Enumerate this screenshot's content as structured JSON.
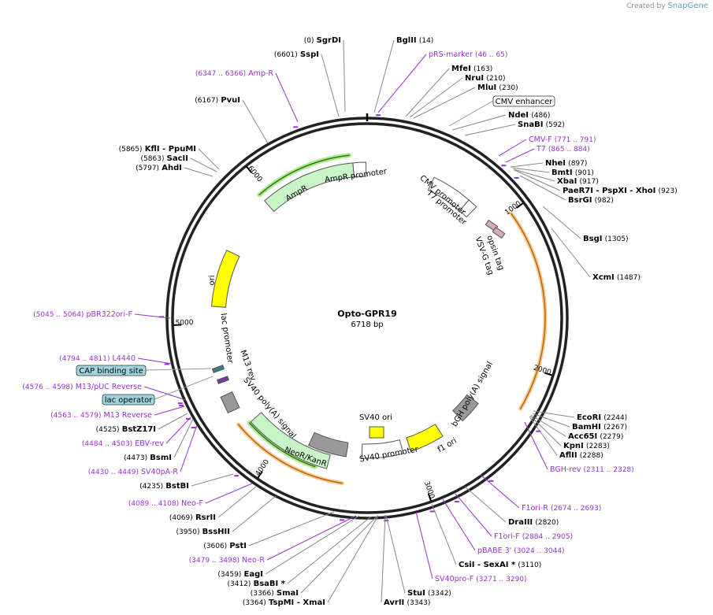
{
  "credit": {
    "prefix": "Created by",
    "brand": "SnapGene"
  },
  "plasmid": {
    "name": "Opto-GPR19",
    "size": "6718 bp",
    "length": 6718
  },
  "ticks": [
    "1000",
    "2000",
    "3000",
    "4000",
    "5000",
    "6000"
  ],
  "features": [
    {
      "name": "AmpR",
      "color": "#c8f5c8"
    },
    {
      "name": "AmpR promoter",
      "color": "#ffffff"
    },
    {
      "name": "ori",
      "color": "#ffff00"
    },
    {
      "name": "lac promoter",
      "color": "#ffffff"
    },
    {
      "name": "M13 rev",
      "color": "#ffffff"
    },
    {
      "name": "SV40 poly(A) signal",
      "color": "#999999"
    },
    {
      "name": "NeoR/KanR",
      "color": "#c8f5c8"
    },
    {
      "name": "SV40 promoter",
      "color": "#ffffff"
    },
    {
      "name": "SV40 ori",
      "color": "#ffff00"
    },
    {
      "name": "f1 ori",
      "color": "#ffff00"
    },
    {
      "name": "bGH poly(A) signal",
      "color": "#999999"
    },
    {
      "name": "CMV promoter",
      "color": "#ffffff"
    },
    {
      "name": "T7 promoter",
      "color": "#ffffff"
    },
    {
      "name": "opsin tag",
      "color": "#d6a8b8"
    },
    {
      "name": "VSV-G tag",
      "color": "#d6a8b8"
    }
  ],
  "boxed_labels": [
    "CMV enhancer",
    "CAP binding site",
    "lac operator"
  ],
  "sites": [
    {
      "pos": "(0)",
      "name": "SgrDI"
    },
    {
      "name": "BglII",
      "pos": "(14)"
    },
    {
      "name": "pRS-marker",
      "pos": "(46 .. 65)",
      "primer": true
    },
    {
      "name": "MfeI",
      "pos": "(163)"
    },
    {
      "name": "NruI",
      "pos": "(210)"
    },
    {
      "name": "MluI",
      "pos": "(230)"
    },
    {
      "name": "NdeI",
      "pos": "(486)"
    },
    {
      "name": "SnaBI",
      "pos": "(592)"
    },
    {
      "name": "CMV-F",
      "pos": "(771 .. 791)",
      "primer": true
    },
    {
      "name": "T7",
      "pos": "(865 .. 884)",
      "primer": true
    },
    {
      "name": "NheI",
      "pos": "(897)"
    },
    {
      "name": "BmtI",
      "pos": "(901)"
    },
    {
      "name": "XbaI",
      "pos": "(917)"
    },
    {
      "name": "PaeR7I",
      "extra": "- PspXI",
      "extra2": "- XhoI",
      "pos": "(923)"
    },
    {
      "name": "BsrGI",
      "pos": "(982)"
    },
    {
      "name": "BsgI",
      "pos": "(1305)"
    },
    {
      "name": "XcmI",
      "pos": "(1487)"
    },
    {
      "name": "EcoRI",
      "pos": "(2244)"
    },
    {
      "name": "BamHI",
      "pos": "(2267)"
    },
    {
      "name": "Acc65I",
      "pos": "(2279)"
    },
    {
      "name": "KpnI",
      "pos": "(2283)"
    },
    {
      "name": "AflII",
      "pos": "(2288)"
    },
    {
      "name": "BGH-rev",
      "pos": "(2311 .. 2328)",
      "primer": true
    },
    {
      "name": "F1ori-R",
      "pos": "(2674 .. 2693)",
      "primer": true
    },
    {
      "name": "DraIII",
      "pos": "(2820)"
    },
    {
      "name": "F1ori-F",
      "pos": "(2884 .. 2905)",
      "primer": true
    },
    {
      "name": "pBABE 3'",
      "pos": "(3024 .. 3044)",
      "primer": true
    },
    {
      "name": "CsiI",
      "extra": "- SexAI *",
      "pos": "(3110)"
    },
    {
      "name": "SV40pro-F",
      "pos": "(3271 .. 3290)",
      "primer": true
    },
    {
      "name": "StuI",
      "pos": "(3342)"
    },
    {
      "name": "AvrII",
      "pos": "(3343)"
    },
    {
      "pos": "(3364)",
      "name": "TspMI",
      "extra": "- XmaI"
    },
    {
      "pos": "(3366)",
      "name": "SmaI"
    },
    {
      "pos": "(3412)",
      "name": "BsaBI *"
    },
    {
      "pos": "(3459)",
      "name": "EagI"
    },
    {
      "pos": "(3479 .. 3498)",
      "name": "Neo-R",
      "primer": true
    },
    {
      "pos": "(3606)",
      "name": "PstI"
    },
    {
      "pos": "(3950)",
      "name": "BssHII"
    },
    {
      "pos": "(4069)",
      "name": "RsrII"
    },
    {
      "pos": "(4089 .. 4108)",
      "name": "Neo-F",
      "primer": true
    },
    {
      "pos": "(4235)",
      "name": "BstBI"
    },
    {
      "pos": "(4430 .. 4449)",
      "name": "SV40pA-R",
      "primer": true
    },
    {
      "pos": "(4473)",
      "name": "BsmI"
    },
    {
      "pos": "(4484 .. 4503)",
      "name": "EBV-rev",
      "primer": true
    },
    {
      "pos": "(4525)",
      "name": "BstZ17I"
    },
    {
      "pos": "(4563 .. 4579)",
      "name": "M13 Reverse",
      "primer": true
    },
    {
      "pos": "(4576 .. 4598)",
      "name": "M13/pUC Reverse",
      "primer": true
    },
    {
      "pos": "(4794 .. 4811)",
      "name": "L4440",
      "primer": true
    },
    {
      "pos": "(5045 .. 5064)",
      "name": "pBR322ori-F",
      "primer": true
    },
    {
      "pos": "(5797)",
      "name": "AhdI"
    },
    {
      "pos": "(5863)",
      "name": "SacII"
    },
    {
      "pos": "(5865)",
      "name": "KflI",
      "extra": "- PpuMI"
    },
    {
      "pos": "(6167)",
      "name": "PvuI"
    },
    {
      "pos": "(6347 .. 6366)",
      "name": "Amp-R",
      "primer": true
    },
    {
      "pos": "(6601)",
      "name": "SspI"
    }
  ]
}
